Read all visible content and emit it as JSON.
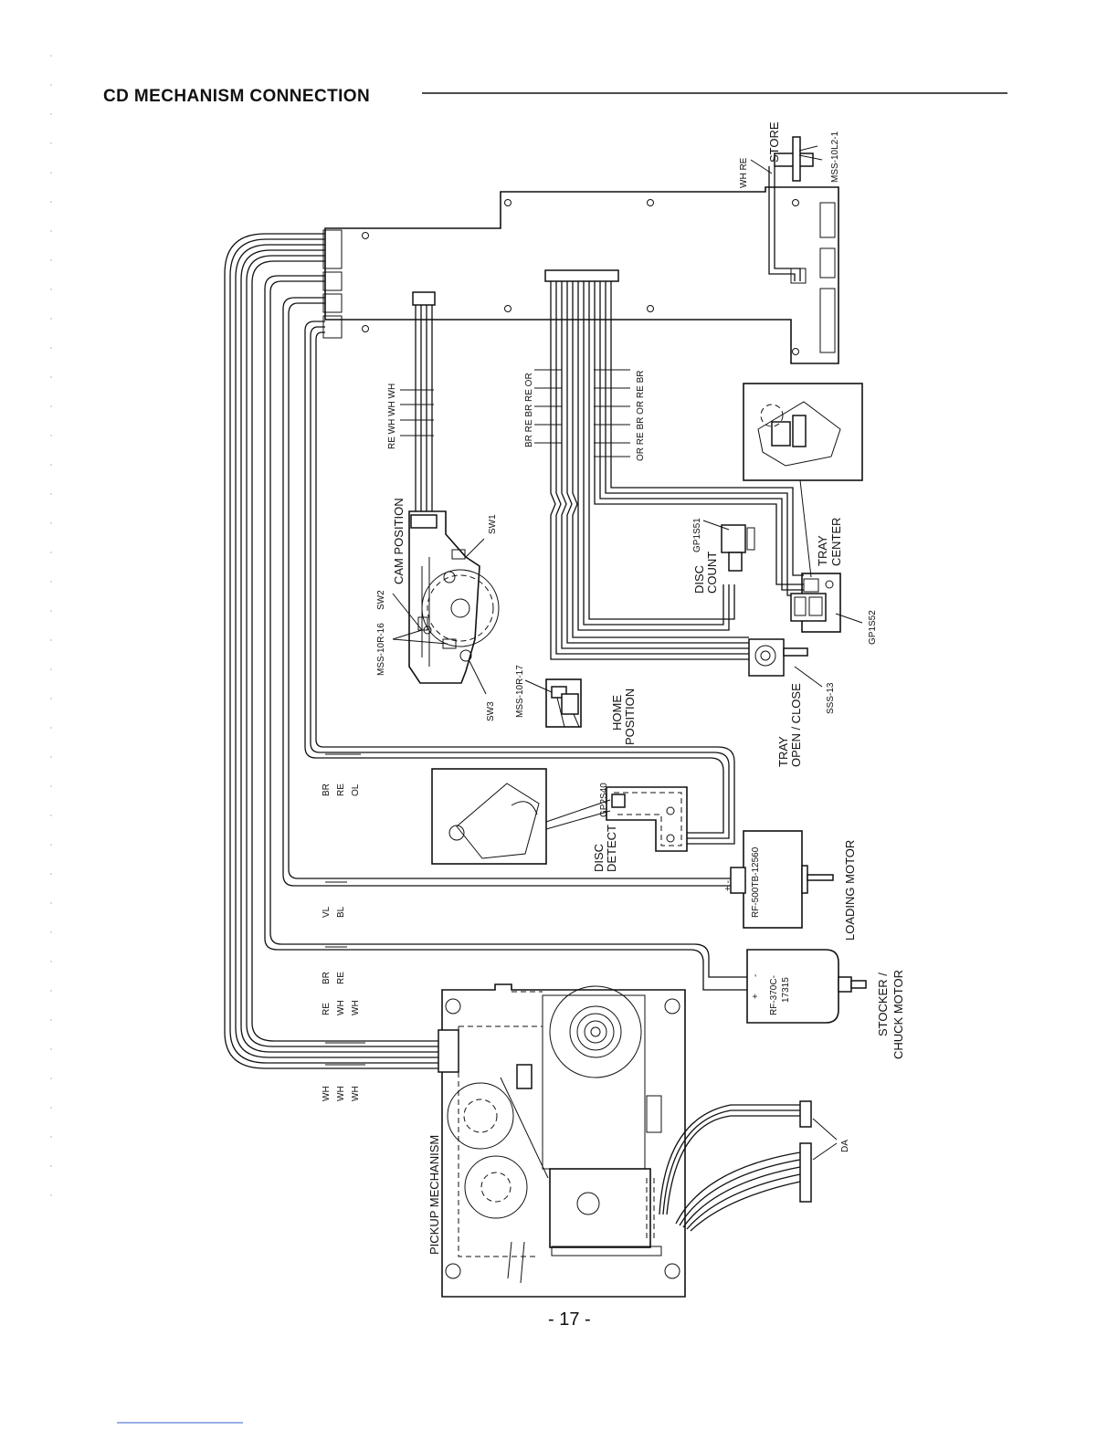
{
  "title": "CD MECHANISM CONNECTION",
  "page_number": "- 17 -",
  "components": {
    "store": {
      "name": "STORE",
      "part": "MSS-10L2-1",
      "wires": "WH RE"
    },
    "cam_position": {
      "name": "CAM POSITION",
      "part": "MSS-10R-16",
      "sw1": "SW1",
      "sw2": "SW2",
      "sw3": "SW3",
      "wires": "RE WH WH WH"
    },
    "home_position": {
      "name_line1": "HOME",
      "name_line2": "POSITION",
      "part": "MSS-10R-17"
    },
    "disc_count": {
      "name_line1": "DISC",
      "name_line2": "COUNT",
      "part": "GP1S51"
    },
    "tray_center": {
      "name_line1": "TRAY",
      "name_line2": "CENTER",
      "part": "GP1S52"
    },
    "tray_open_close": {
      "name_line1": "TRAY",
      "name_line2": "OPEN / CLOSE",
      "part": "SSS-13"
    },
    "disc_detect": {
      "name_line1": "DISC",
      "name_line2": "DETECT",
      "part": "GP2S40"
    },
    "loading_motor": {
      "name": "LOADING MOTOR",
      "part": "RF-500TB-12560",
      "polarity": "+ -"
    },
    "stocker_motor": {
      "name_line1": "STOCKER /",
      "name_line2": "CHUCK MOTOR",
      "part_line1": "RF-370C-",
      "part_line2": "17315",
      "plus": "+",
      "minus": "-"
    },
    "pickup": {
      "name": "PICKUP MECHANISM"
    },
    "da": {
      "name": "DA"
    }
  },
  "wire_labels": {
    "connector_left": "BR RE BR RE OR",
    "connector_right": "OR RE BR OR RE BR",
    "disc_detect_group": [
      "BR",
      "RE",
      "OL"
    ],
    "loading_group": [
      "VL",
      "BL"
    ],
    "stocker_group": [
      "BR",
      "RE"
    ],
    "pickup_upper": [
      "RE",
      "WH",
      "WH"
    ],
    "pickup_lower": [
      "WH",
      "WH",
      "WH"
    ]
  }
}
